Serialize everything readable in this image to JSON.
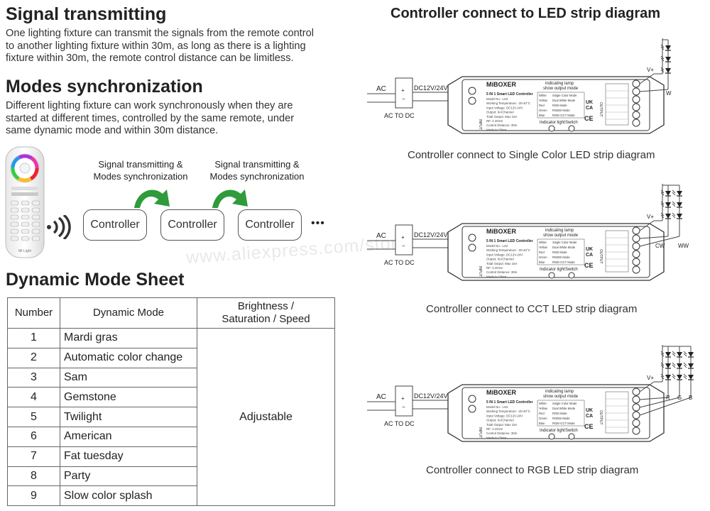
{
  "left": {
    "signal": {
      "title": "Signal transmitting",
      "lines": [
        "One lighting fixture can transmit the signals from the remote control",
        "to another lighting fixture within 30m, as long as there is a lighting",
        "fixture within 30m, the remote control distance can be limitless."
      ]
    },
    "modes": {
      "title": "Modes synchronization",
      "lines": [
        "Different lighting fixture can work synchronously when they are",
        "started at different times, controlled by the same remote, under",
        "same dynamic mode and within 30m distance."
      ]
    },
    "flow": {
      "label_line1": "Signal transmitting &",
      "label_line2": "Modes synchronization",
      "controller": "Controller",
      "ellipsis": "•••",
      "remote_brand": "Mi·Light"
    },
    "sheet": {
      "title": "Dynamic Mode Sheet",
      "headers": [
        "Number",
        "Dynamic Mode",
        "Brightness /",
        "Saturation / Speed"
      ],
      "rows": [
        [
          "1",
          "Mardi gras"
        ],
        [
          "2",
          "Automatic color change"
        ],
        [
          "3",
          "Sam"
        ],
        [
          "4",
          "Gemstone"
        ],
        [
          "5",
          "Twilight"
        ],
        [
          "6",
          "American"
        ],
        [
          "7",
          "Fat tuesday"
        ],
        [
          "8",
          "Party"
        ],
        [
          "9",
          "Slow color splash"
        ]
      ],
      "adjustable": "Adjustable"
    }
  },
  "right": {
    "title": "Controller connect to LED strip diagram",
    "watermark": "www.aliexpress.com/store/",
    "common": {
      "ac": "AC",
      "acdc": "AC TO DC",
      "dc": "DC12V/24V",
      "brand": "MiBOXER",
      "model": "5 IN 1 Smart LED Controller",
      "indicating": "indicating lamp",
      "show_output": "show output mode",
      "indicator_light": "Indicator light",
      "switch": "Switch",
      "output": "OUTPUT",
      "vplus": "V+",
      "input": "INPUT",
      "specs": [
        "Model No.: LS2",
        "Working Temperature: -20-40°C",
        "Input Voltage: DC12V-24V",
        "Output: 6A/Channel",
        "Total Output: Max 15A",
        "RF: 2.4GHz",
        "Control Distance: 30m",
        "Made in China"
      ],
      "modes_table": [
        [
          "White",
          "Single Color Mode"
        ],
        [
          "Yellow",
          "Dual White Mode"
        ],
        [
          "Red",
          "RGB Mode"
        ],
        [
          "Green",
          "RGBW Mode"
        ],
        [
          "Blue",
          "RGB+CCT Mode"
        ]
      ]
    },
    "diagrams": [
      {
        "caption": "Controller connect to Single Color LED strip diagram",
        "strip_labels": [
          "W"
        ]
      },
      {
        "caption": "Controller connect to CCT LED strip diagram",
        "strip_labels": [
          "CW",
          "WW"
        ]
      },
      {
        "caption": "Controller connect to RGB LED strip diagram",
        "strip_labels": [
          "R",
          "G",
          "B"
        ]
      }
    ]
  },
  "colors": {
    "arrow_green": "#2f9b3a",
    "text": "#222222",
    "line": "#555555"
  }
}
